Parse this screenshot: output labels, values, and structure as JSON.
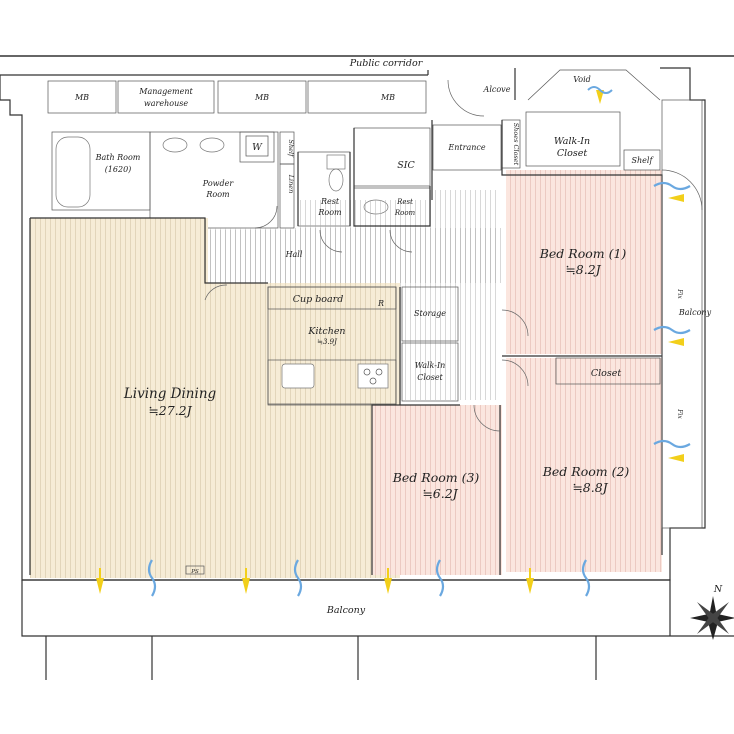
{
  "plan": {
    "corridor_label": "Public corridor",
    "alcove_label": "Alcove",
    "void_label": "Void",
    "entrance_label": "Entrance",
    "shoes_closet_label": "Shoes Closet",
    "mb_label": "MB",
    "management_label_1": "Management",
    "management_label_2": "warehouse",
    "bath_label_1": "Bath Room",
    "bath_label_2": "(1620)",
    "powder_label_1": "Powder",
    "powder_label_2": "Room",
    "washer_label": "W",
    "shelf_label": "Shelf",
    "linen_label": "Linen",
    "rest_label_1": "Rest",
    "rest_label_2": "Room",
    "sic_label": "SIC",
    "hall_label": "Hall",
    "cupboard_label": "Cup  board",
    "fridge_label": "R",
    "kitchen_label": "Kitchen",
    "kitchen_size": "≒3.9J",
    "storage_label": "Storage",
    "wic_label_1": "Walk-In",
    "wic_label_2": "Closet",
    "living_label": "Living Dining",
    "living_size": "≒27.2J",
    "bed1_label": "Bed Room (1)",
    "bed1_size": "≒8.2J",
    "bed2_label": "Bed Room (2)",
    "bed2_size": "≒8.8J",
    "bed3_label": "Bed Room (3)",
    "bed3_size": "≒6.2J",
    "closet_label": "Closet",
    "balcony_label": "Balcony",
    "fix_label": "Fix",
    "ps_label": "PS",
    "north_label": "N",
    "colors": {
      "living": "#f6ecd6",
      "bedroom": "#fbe6df",
      "wet": "#dcecf7",
      "storage": "#e4e1f0",
      "arrow_yellow": "#f2cf1a",
      "arrow_blue": "#6aa8e0"
    }
  }
}
